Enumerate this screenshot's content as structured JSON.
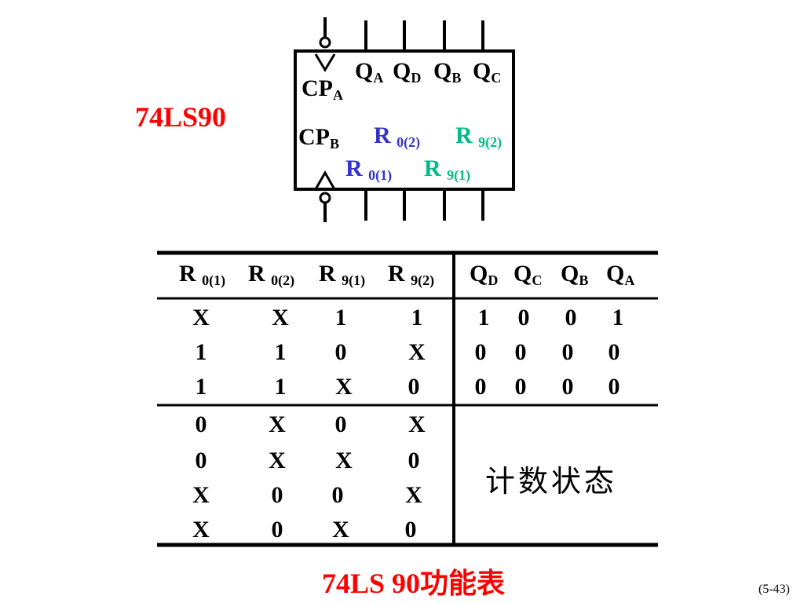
{
  "chip_name": "74LS90",
  "chip_pins": {
    "qa": {
      "main": "Q",
      "sub": "A"
    },
    "qd": {
      "main": "Q",
      "sub": "D"
    },
    "qb": {
      "main": "Q",
      "sub": "B"
    },
    "qc": {
      "main": "Q",
      "sub": "C"
    },
    "cpa": {
      "main": "CP",
      "sub": "A"
    },
    "cpb": {
      "main": "CP",
      "sub": "B"
    },
    "r02": {
      "main": "R",
      "sub": "0(2)"
    },
    "r92": {
      "main": "R",
      "sub": "9(2)"
    },
    "r01": {
      "main": "R",
      "sub": "0(1)"
    },
    "r91": {
      "main": "R",
      "sub": "9(1)"
    }
  },
  "table": {
    "headers": {
      "r01": {
        "main": "R",
        "sub": "0(1)"
      },
      "r02": {
        "main": "R",
        "sub": "0(2)"
      },
      "r91": {
        "main": "R",
        "sub": "9(1)"
      },
      "r92": {
        "main": "R",
        "sub": "9(2)"
      },
      "qd": {
        "main": "Q",
        "sub": "D"
      },
      "qc": {
        "main": "Q",
        "sub": "C"
      },
      "qb": {
        "main": "Q",
        "sub": "B"
      },
      "qa": {
        "main": "Q",
        "sub": "A"
      }
    },
    "rows": [
      {
        "inputs": [
          "X",
          "X",
          "1",
          "1"
        ],
        "outputs": [
          "1",
          "0",
          "0",
          "1"
        ]
      },
      {
        "inputs": [
          "1",
          "1",
          "0",
          "X"
        ],
        "outputs": [
          "0",
          "0",
          "0",
          "0"
        ]
      },
      {
        "inputs": [
          "1",
          "1",
          "X",
          "0"
        ],
        "outputs": [
          "0",
          "0",
          "0",
          "0"
        ]
      },
      {
        "inputs": [
          "0",
          "X",
          "0",
          "X"
        ]
      },
      {
        "inputs": [
          "0",
          "X",
          "X",
          "0"
        ]
      },
      {
        "inputs": [
          "X",
          "0",
          "0",
          "X"
        ]
      },
      {
        "inputs": [
          "X",
          "0",
          "X",
          "0"
        ]
      }
    ],
    "count_state": "计数状态"
  },
  "caption": "74LS 90功能表",
  "page_number": "(5-43)",
  "colors": {
    "title_red": "#ff0000",
    "reset0_blue": "#3333cc",
    "set9_green": "#00bb88"
  }
}
